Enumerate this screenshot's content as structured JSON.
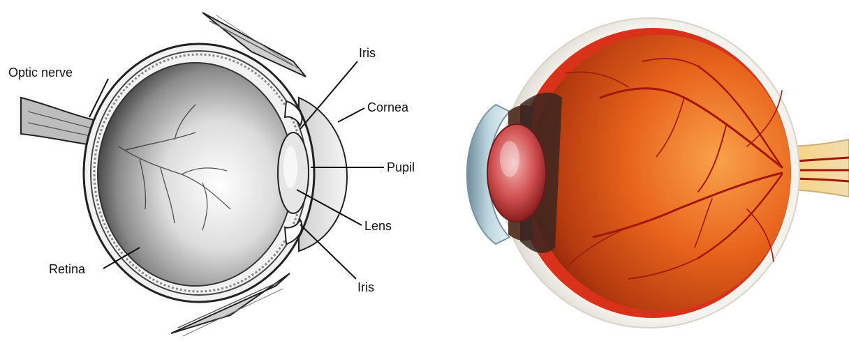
{
  "left_diagram": {
    "labels": {
      "optic_nerve": "Optic nerve",
      "iris_top": "Iris",
      "cornea": "Cornea",
      "pupil": "Pupil",
      "lens": "Lens",
      "retina": "Retina",
      "iris_bottom": "Iris"
    }
  },
  "colors": {
    "line": "#111111",
    "retina_orange": "#e8641c",
    "vessel_red": "#a3160d",
    "sclera": "#e9e6df",
    "optic_nerve_fill": "#f2ddb0"
  }
}
